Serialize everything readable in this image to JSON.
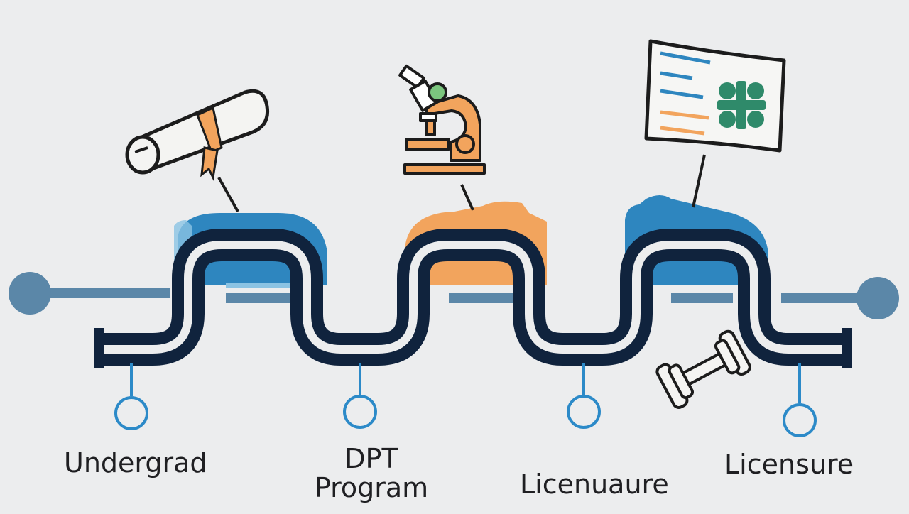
{
  "colors": {
    "background": "#ecedee",
    "axis": "#5b87a8",
    "track": "#10233d",
    "blue": "#2e86bf",
    "orange": "#f2a45d",
    "marker": "#2c8ac8",
    "icon_outline": "#1c1c1c",
    "green": "#2f8a6a"
  },
  "icons": [
    "diploma-scroll-icon",
    "microscope-icon",
    "license-certificate-icon",
    "dumbbell-icon"
  ],
  "milestones": [
    {
      "label": "Undergrad",
      "icon": "diploma-scroll-icon",
      "color": "blue"
    },
    {
      "label": "DPT\nProgram",
      "icon": "microscope-icon",
      "color": "orange"
    },
    {
      "label": "Licenuaure",
      "icon": "license-certificate-icon",
      "color": "blue"
    },
    {
      "label": "Licensure",
      "icon": "dumbbell-icon",
      "color": "none"
    }
  ]
}
